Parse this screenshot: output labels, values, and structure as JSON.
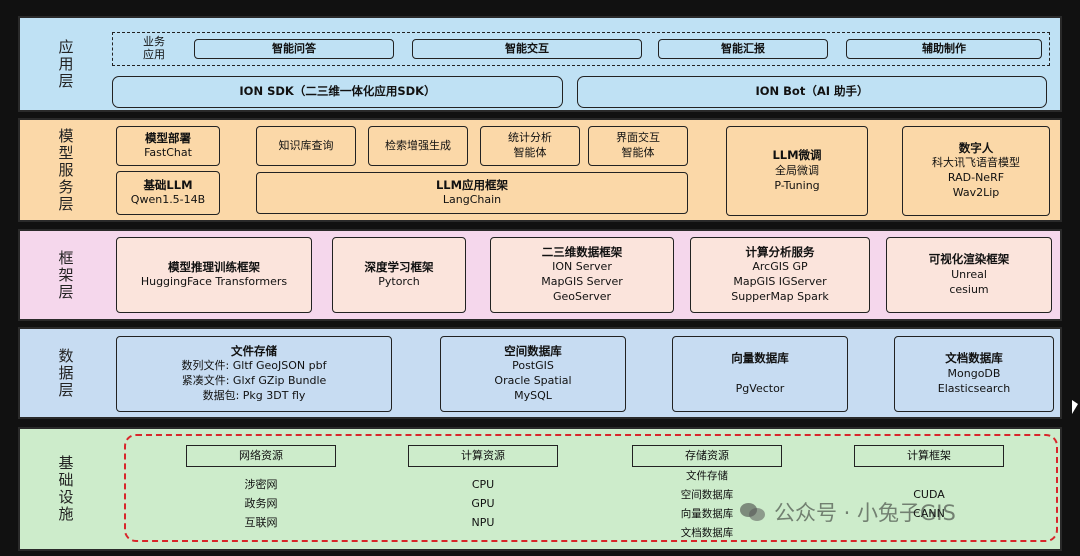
{
  "layers": {
    "app": {
      "name": "应用层",
      "business_label": "业务\n应用",
      "business": [
        "智能问答",
        "智能交互",
        "智能汇报",
        "辅助制作"
      ],
      "sdk": "ION SDK（二三维一体化应用SDK）",
      "bot": "ION Bot（AI 助手）"
    },
    "model": {
      "name": "模型服务层",
      "deploy": {
        "title": "模型部署",
        "sub": "FastChat"
      },
      "base_llm": {
        "title": "基础LLM",
        "sub": "Qwen1.5-14B"
      },
      "kb_query": "知识库查询",
      "rag": "检索增强生成",
      "stat": {
        "l1": "统计分析",
        "l2": "智能体"
      },
      "ui_agent": {
        "l1": "界面交互",
        "l2": "智能体"
      },
      "llm_app": {
        "title": "LLM应用框架",
        "sub": "LangChain"
      },
      "finetune": {
        "title": "LLM微调",
        "l1": "全局微调",
        "l2": "P-Tuning"
      },
      "digital": {
        "title": "数字人",
        "l1": "科大讯飞语音模型",
        "l2": "RAD-NeRF",
        "l3": "Wav2Lip"
      }
    },
    "framework": {
      "name": "框架层",
      "boxes": [
        {
          "title": "模型推理训练框架",
          "lines": [
            "HuggingFace Transformers"
          ]
        },
        {
          "title": "深度学习框架",
          "lines": [
            "Pytorch"
          ]
        },
        {
          "title": "二三维数据框架",
          "lines": [
            "ION Server",
            "MapGIS Server",
            "GeoServer"
          ]
        },
        {
          "title": "计算分析服务",
          "lines": [
            "ArcGIS GP",
            "MapGIS IGServer",
            "SupperMap Spark"
          ]
        },
        {
          "title": "可视化渲染框架",
          "lines": [
            "Unreal",
            "cesium"
          ]
        }
      ]
    },
    "data": {
      "name": "数据层",
      "boxes": [
        {
          "title": "文件存储",
          "lines": [
            "数列文件:  Gltf  GeoJSON pbf",
            "紧凑文件:  Glxf GZip  Bundle",
            "数据包:  Pkg  3DT  fly"
          ]
        },
        {
          "title": "空间数据库",
          "lines": [
            "PostGIS",
            "Oracle Spatial",
            "MySQL"
          ]
        },
        {
          "title": "向量数据库",
          "lines": [
            "PgVector"
          ]
        },
        {
          "title": "文档数据库",
          "lines": [
            "MongoDB",
            "Elasticsearch"
          ]
        }
      ]
    },
    "infra": {
      "name": "基础设施",
      "groups": [
        {
          "title": "网络资源",
          "items": [
            "涉密网",
            "政务网",
            "互联网"
          ]
        },
        {
          "title": "计算资源",
          "items": [
            "CPU",
            "GPU",
            "NPU"
          ]
        },
        {
          "title": "存储资源",
          "items": [
            "文件存储",
            "空间数据库",
            "向量数据库",
            "文档数据库"
          ]
        },
        {
          "title": "计算框架",
          "items": [
            "CUDA",
            "CANN"
          ]
        }
      ]
    }
  },
  "watermark": "公众号 · 小兔子GIS",
  "colors": {
    "app": "#bfe1f4",
    "model": "#fbd8a8",
    "framework": "#f5d7ec",
    "data": "#c7dcf2",
    "infra": "#cdeccb",
    "dashed_red": "#d8262b"
  }
}
